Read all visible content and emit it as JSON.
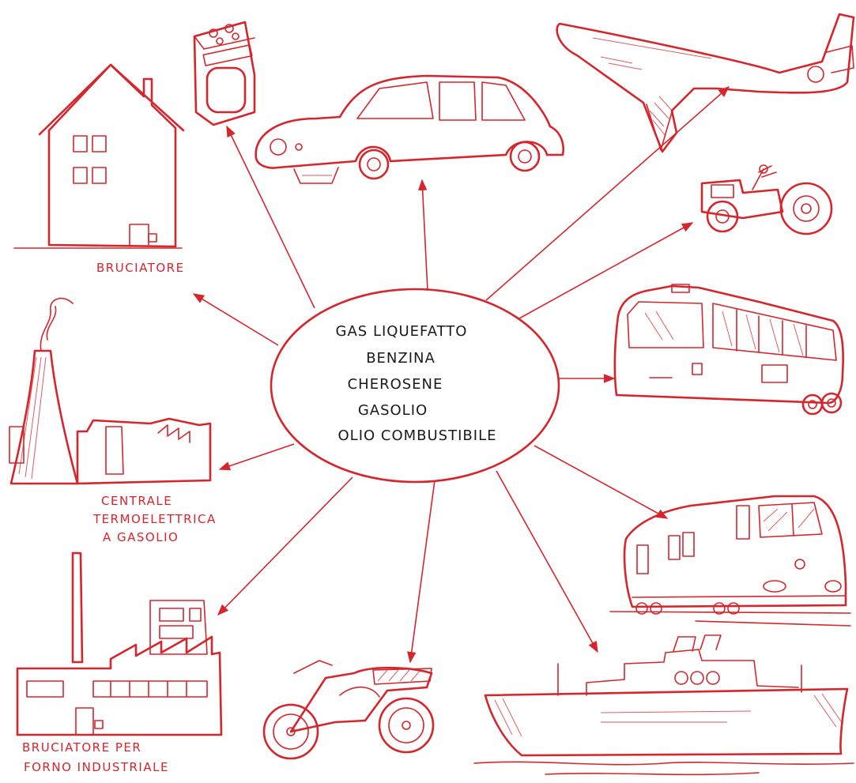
{
  "diagram": {
    "fuels": [
      "GAS LIQUEFATTO",
      "BENZINA",
      "CHEROSENE",
      "GASOLIO",
      "OLIO COMBUSTIBILE"
    ],
    "captions": {
      "house": "BRUCIATORE",
      "power_plant": [
        "CENTRALE",
        "TERMOELETTRICA",
        "A GASOLIO"
      ],
      "factory": [
        "BRUCIATORE PER",
        "FORNO INDUSTRIALE"
      ]
    },
    "ink_color": "#d7252c",
    "text_color": "#1a1a1a",
    "icons": [
      "stove-icon",
      "car-icon",
      "airplane-icon",
      "tractor-icon",
      "bus-icon",
      "train-icon",
      "ship-icon",
      "motorcycle-icon",
      "factory-icon",
      "power-plant-icon",
      "house-icon"
    ]
  }
}
